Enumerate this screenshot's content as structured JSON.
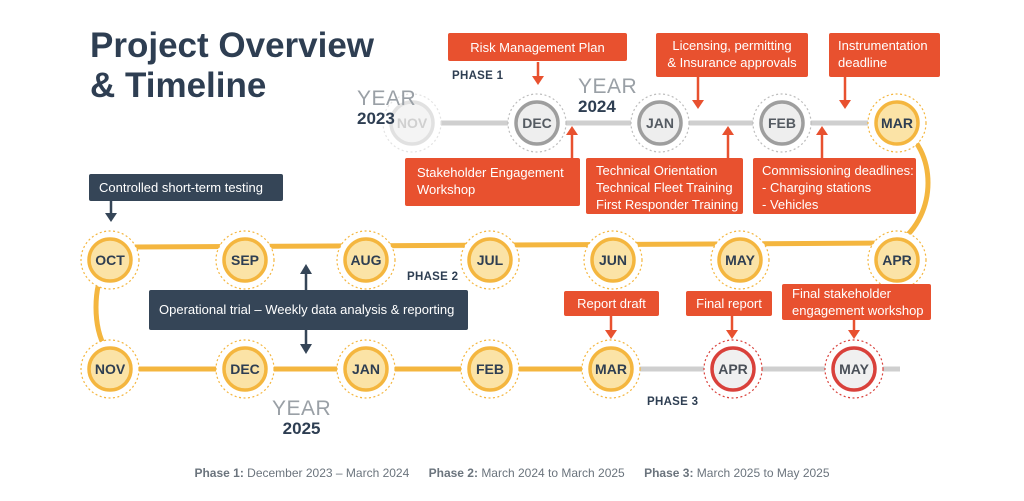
{
  "title": {
    "line1": "Project Overview",
    "line2": "& Timeline"
  },
  "years": [
    {
      "id": "y2023",
      "label": "YEAR",
      "year": "2023"
    },
    {
      "id": "y2024",
      "label": "YEAR",
      "year": "2024"
    },
    {
      "id": "y2025",
      "label": "YEAR",
      "year": "2025"
    }
  ],
  "phases": {
    "phase1": "PHASE 1",
    "phase2": "PHASE 2",
    "phase3": "PHASE 3"
  },
  "months": {
    "row1": [
      "NOV",
      "DEC",
      "JAN",
      "FEB",
      "MAR"
    ],
    "row2": [
      "OCT",
      "SEP",
      "AUG",
      "JUL",
      "JUN",
      "MAY",
      "APR"
    ],
    "row3": [
      "NOV",
      "DEC",
      "JAN",
      "FEB",
      "MAR",
      "APR",
      "MAY"
    ]
  },
  "callouts": {
    "risk": [
      "Risk Management Plan"
    ],
    "licensing": [
      "Licensing, permitting",
      "& Insurance approvals"
    ],
    "instrumentation": [
      "Instrumentation",
      "deadline"
    ],
    "stakeholder": [
      "Stakeholder Engagement",
      "Workshop"
    ],
    "technical": [
      "Technical Orientation",
      "Technical Fleet Training",
      "First Responder Training"
    ],
    "commissioning": [
      "Commissioning deadlines:",
      "- Charging stations",
      "- Vehicles"
    ],
    "testing": [
      "Controlled short-term testing"
    ],
    "operational": [
      "Operational trial – Weekly data analysis & reporting"
    ],
    "report_draft": [
      "Report draft"
    ],
    "final_report": [
      "Final report"
    ],
    "final_workshop": [
      "Final stakeholder",
      "engagement workshop"
    ]
  },
  "legend": [
    {
      "label": "Phase 1:",
      "text": "December 2023 – March 2024"
    },
    {
      "label": "Phase 2:",
      "text": "March 2024 to March 2025"
    },
    {
      "label": "Phase 3:",
      "text": "March 2025 to May 2025"
    }
  ],
  "colors": {
    "orange_line": "#f4b63f",
    "node_fill": "#fbe3a6",
    "node_text": "#2e3e52",
    "gray_line": "#cfcfcf",
    "gray_node": "#9e9e9e",
    "red_callout": "#e8512f",
    "red_node_ring": "#d9413b",
    "navy": "#354557"
  }
}
